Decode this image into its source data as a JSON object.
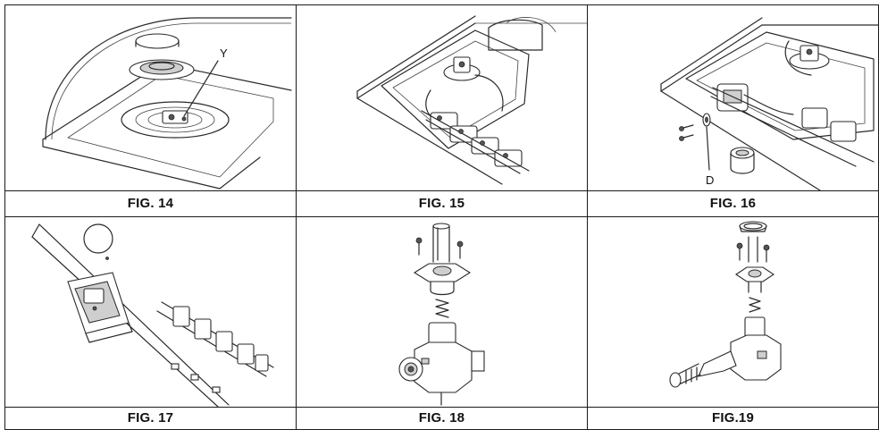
{
  "figures": [
    {
      "caption": "FIG. 14",
      "callouts": [
        "Y"
      ]
    },
    {
      "caption": "FIG. 15",
      "callouts": []
    },
    {
      "caption": "FIG. 16",
      "callouts": [
        "D"
      ]
    },
    {
      "caption": "FIG. 17",
      "callouts": []
    },
    {
      "caption": "FIG. 18",
      "callouts": []
    },
    {
      "caption": "FIG.19",
      "callouts": []
    }
  ]
}
